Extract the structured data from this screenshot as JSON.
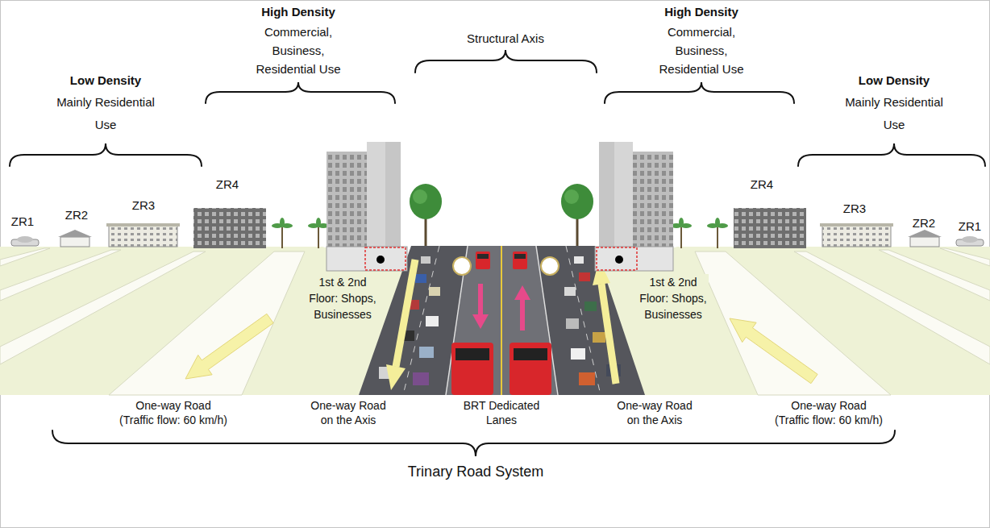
{
  "diagram": {
    "labels": [
      "Low Density",
      "Mainly Residential Use",
      "High Density",
      "Commercial, Business, Residential Use",
      "Structural Axis",
      "High Density",
      "Commercial, Business, Residential Use",
      "Low Density",
      "Mainly Residential Use",
      "ZR1",
      "ZR2",
      "ZR3",
      "ZR4",
      "ZR4",
      "ZR3",
      "ZR2",
      "ZR1",
      "1st & 2nd Floor: Shops, Businesses",
      "1st & 2nd Floor: Shops, Businesses",
      "One-way Road (Traffic flow: 60 km/h)",
      "One-way Road on the Axis",
      "BRT Dedicated Lanes",
      "One-way Road on the Axis",
      "One-way Road (Traffic flow: 60 km/h)",
      "Trinary Road System"
    ]
  }
}
